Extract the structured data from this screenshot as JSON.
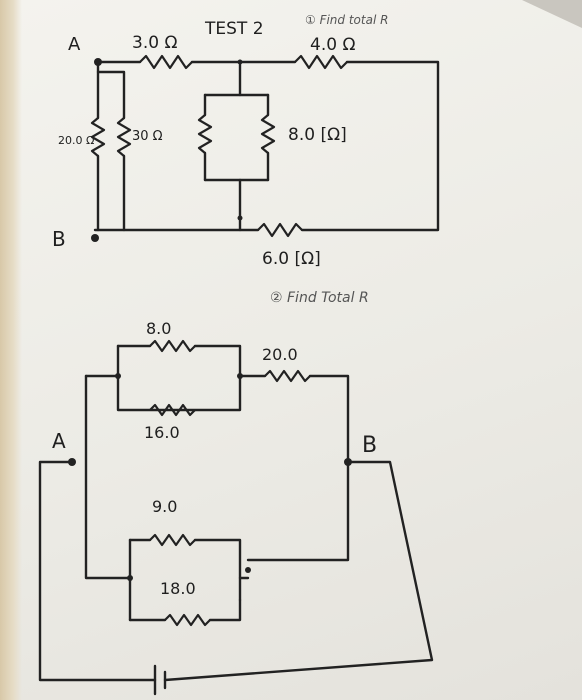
{
  "header": {
    "test_title": "TEST 2",
    "task_1": "① Find total R",
    "task_2": "② Find Total R"
  },
  "circuit_1": {
    "node_a": "A",
    "node_b": "B",
    "r_top_left": "3.0 Ω",
    "r_top_right": "4.0 Ω",
    "r_left": "20.0 Ω",
    "r_left_inner": "30 Ω",
    "r_middle_pair": "8.0 [Ω]",
    "r_bottom": "6.0 [Ω]"
  },
  "circuit_2": {
    "node_a": "A",
    "node_b": "B",
    "r_top_parallel_upper": "8.0",
    "r_top_parallel_lower": "16.0",
    "r_top_series": "20.0",
    "r_bottom_parallel_upper": "9.0",
    "r_bottom_parallel_lower": "18.0"
  },
  "colors": {
    "ink": "#222222",
    "paper": "#f0efe9"
  }
}
